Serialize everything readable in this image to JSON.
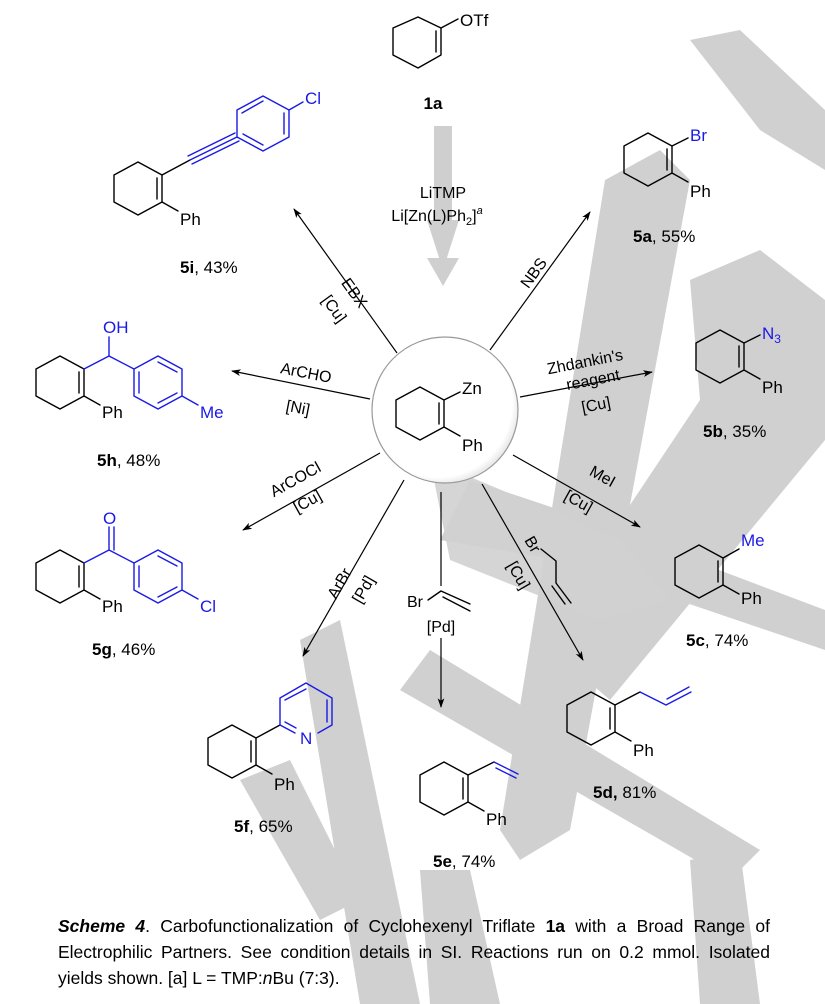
{
  "starting_material": {
    "label": "1a",
    "substituent": "OTf"
  },
  "central_reagent": {
    "line1": "LiTMP",
    "line2_prefix": "Li[Zn(L)Ph",
    "line2_sub": "2",
    "line2_suffix": "]",
    "line2_sup": "a"
  },
  "intermediate": {
    "metal": "Zn",
    "aryl": "Ph"
  },
  "reactions": [
    {
      "id": "5a",
      "reagent": "NBS",
      "catalyst": "",
      "group": "Br",
      "yield": "55%"
    },
    {
      "id": "5b",
      "reagent_line1": "Zhdankin's",
      "reagent_line2": "reagent",
      "catalyst": "[Cu]",
      "group_main": "N",
      "group_sub": "3",
      "yield": "35%"
    },
    {
      "id": "5c",
      "reagent": "MeI",
      "catalyst": "[Cu]",
      "group": "Me",
      "yield": "74%"
    },
    {
      "id": "5d",
      "reagent_atom": "Br",
      "catalyst": "[Cu]",
      "group": "allyl",
      "yield": "81%"
    },
    {
      "id": "5e",
      "reagent_atom": "Br",
      "catalyst": "[Pd]",
      "group": "vinyl",
      "yield": "74%"
    },
    {
      "id": "5f",
      "reagent": "ArBr",
      "catalyst": "[Pd]",
      "group": "N",
      "yield": "65%"
    },
    {
      "id": "5g",
      "reagent": "ArCOCl",
      "catalyst": "[Cu]",
      "group_o": "O",
      "group_cl": "Cl",
      "yield": "46%"
    },
    {
      "id": "5h",
      "reagent": "ArCHO",
      "catalyst": "[Ni]",
      "group_oh": "OH",
      "group_me": "Me",
      "yield": "48%"
    },
    {
      "id": "5i",
      "reagent": "EBX",
      "catalyst": "[Cu]",
      "group_cl": "Cl",
      "yield": "43%"
    }
  ],
  "common": {
    "ph": "Ph",
    "comma": ", "
  },
  "caption": {
    "scheme_label": "Scheme 4",
    "text1": ". Carbofunctionalization of Cyclohexenyl Triflate ",
    "compound": "1a",
    "text2": " with a Broad Range of Electrophilic Partners. See condition details in SI. Reactions run on 0.2 mmol. Isolated yields shown. [a] L = TMP:",
    "italic_n": "n",
    "text3": "Bu (7:3)."
  }
}
